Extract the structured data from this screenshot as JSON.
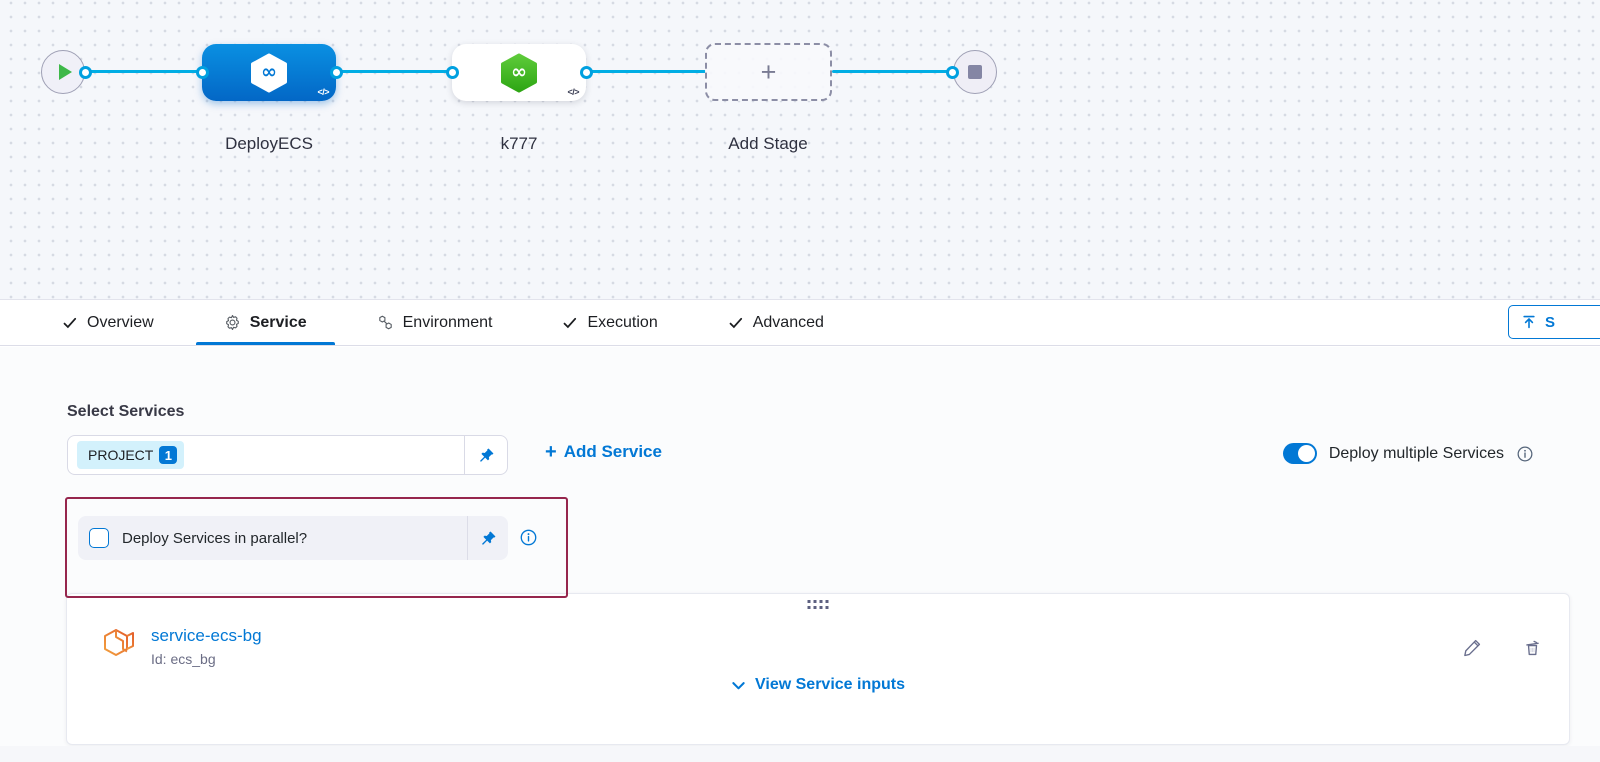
{
  "theme": {
    "accent": "#0278d5",
    "edge_color": "#00ade4",
    "highlight_color": "#96264d",
    "node_green": "#3eb849"
  },
  "icons": {
    "plus": "+",
    "infinity": "∞",
    "code": "</>"
  },
  "canvas": {
    "stages": [
      {
        "name": "DeployECS"
      },
      {
        "name": "k777"
      },
      {
        "name": "Add Stage"
      }
    ]
  },
  "tabs": [
    {
      "label": "Overview"
    },
    {
      "label": "Service"
    },
    {
      "label": "Environment"
    },
    {
      "label": "Execution"
    },
    {
      "label": "Advanced"
    }
  ],
  "toolbar": {
    "save_label": "S"
  },
  "service_tab": {
    "select_services_label": "Select Services",
    "project_chip_label": "PROJECT",
    "project_chip_count": "1",
    "add_service_label": "Add Service",
    "deploy_multiple_label": "Deploy multiple Services",
    "parallel_label": "Deploy Services in parallel?",
    "card": {
      "name": "service-ecs-bg",
      "id_text": "Id: ecs_bg",
      "view_inputs_label": "View Service inputs"
    }
  }
}
